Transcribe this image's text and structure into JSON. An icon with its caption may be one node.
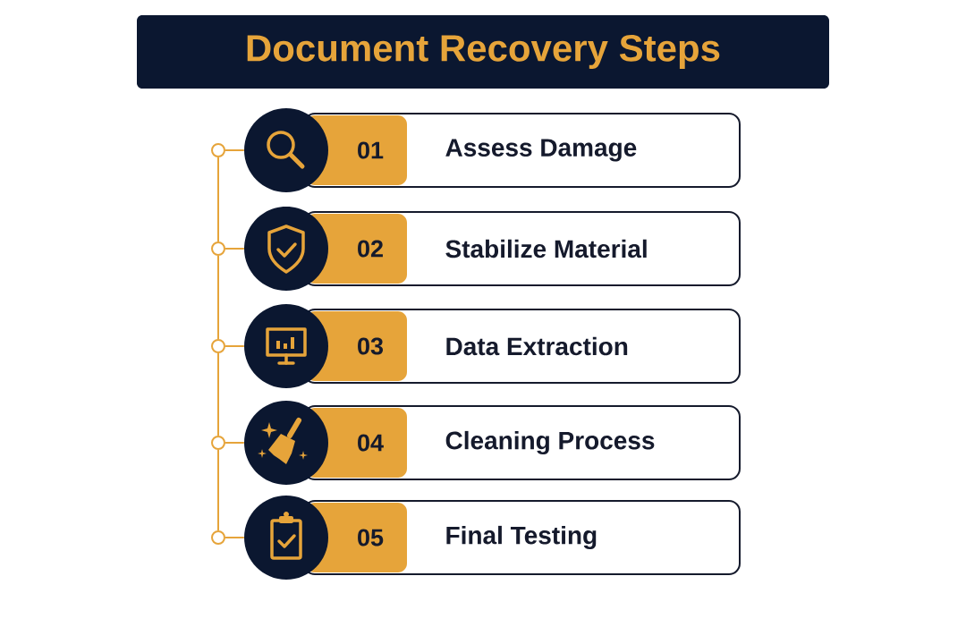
{
  "diagram": {
    "title": "Document Recovery Steps",
    "nodes": [
      {
        "text": [],
        "shape": "circle"
      },
      {
        "text": [],
        "shape": "circle"
      },
      {
        "text": [
          "01",
          "Assess Damage"
        ]
      },
      {
        "text": [],
        "shape": "circle"
      },
      {
        "text": [],
        "shape": "circle"
      },
      {
        "text": [
          "02",
          "Stabilize Material"
        ]
      },
      {
        "text": [],
        "shape": "circle"
      },
      {
        "text": [],
        "shape": "circle"
      },
      {
        "text": [
          "03",
          "Data Extraction"
        ]
      },
      {
        "text": [],
        "shape": "circle"
      },
      {
        "text": [],
        "shape": "circle"
      },
      {
        "text": [
          "04",
          "Cleaning Process"
        ]
      },
      {
        "text": [],
        "shape": "circle"
      },
      {
        "text": [],
        "shape": "circle"
      },
      {
        "text": [
          "05",
          "Final Testing"
        ]
      }
    ],
    "edges": [
      {
        "from": 0,
        "to": 1,
        "arrow": "none"
      },
      {
        "from": 3,
        "to": 4,
        "arrow": "none"
      },
      {
        "from": 6,
        "to": 7,
        "arrow": "none"
      },
      {
        "from": 9,
        "to": 10,
        "arrow": "none"
      },
      {
        "from": 12,
        "to": 13,
        "arrow": "none"
      },
      {
        "from": 0,
        "to": 3,
        "arrow": "none"
      },
      {
        "from": 3,
        "to": 6,
        "arrow": "none"
      },
      {
        "from": 6,
        "to": 9,
        "arrow": "none"
      },
      {
        "from": 9,
        "to": 12,
        "arrow": "none"
      }
    ]
  }
}
